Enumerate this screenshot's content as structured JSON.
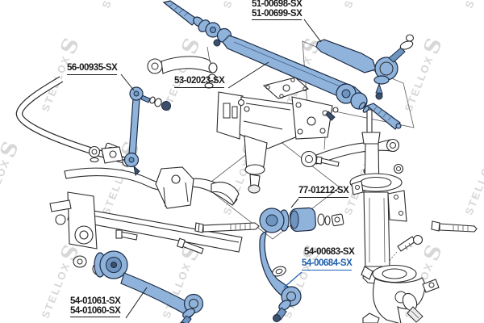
{
  "watermark": {
    "text": "STELLOX",
    "logo": "S",
    "color": "#d7d7d7"
  },
  "colors": {
    "background": "#ffffff",
    "highlight_fill": "#8fb3da",
    "highlight_dark": "#6e94c0",
    "blue_outline": "#1c2b45",
    "line_art": "#2b2b2b",
    "label_black": "#1a1a1a",
    "label_highlight_blue": "#1f5fad"
  },
  "labels": [
    {
      "lines": [
        "51-00698-SX",
        "51-00699-SX"
      ],
      "style": "black"
    },
    {
      "lines": [
        "56-00935-SX"
      ],
      "style": "black"
    },
    {
      "lines": [
        "53-02023-SX"
      ],
      "style": "black"
    },
    {
      "lines": [
        "77-01212-SX"
      ],
      "style": "black"
    },
    {
      "lines": [
        "54-00683-SX"
      ],
      "style": "black"
    },
    {
      "lines": [
        "54-00684-SX"
      ],
      "style": "blue-highlighted"
    },
    {
      "lines": [
        "54-01061-SX",
        "54-01060-SX"
      ],
      "style": "black"
    }
  ]
}
